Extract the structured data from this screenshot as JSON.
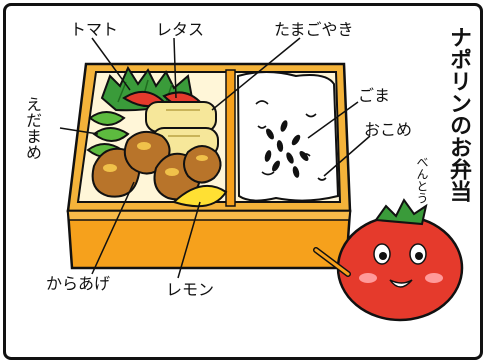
{
  "title": "ナポリンのお弁当",
  "title_ruby": "べんとう",
  "labels": {
    "tomato": "トマト",
    "lettuce": "レタス",
    "tamagoyaki": "たまごやき",
    "edamame": "えだまめ",
    "sesame": "ごま",
    "rice": "おこめ",
    "karaage": "からあげ",
    "lemon": "レモン"
  },
  "colors": {
    "box_orange": "#f6a11c",
    "tomato_red": "#e53a2c",
    "lettuce_green": "#3a9b3a",
    "egg_yellow": "#f6e79a",
    "karaage_brown": "#b8742a",
    "lemon_yellow": "#ffe033",
    "rice_white": "#ffffff"
  }
}
